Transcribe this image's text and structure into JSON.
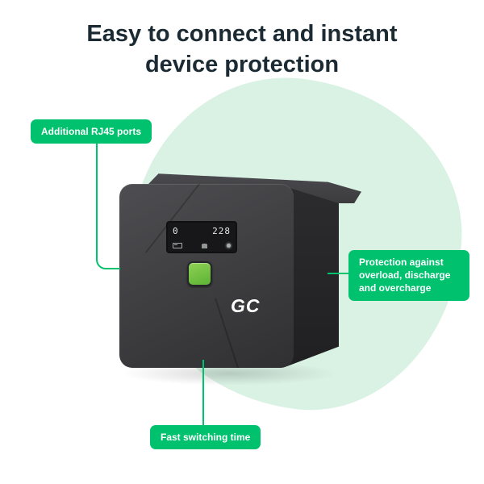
{
  "title": "Easy to connect and instant device protection",
  "callouts": {
    "rj45": {
      "label": "Additional RJ45 ports"
    },
    "protection": {
      "label": "Protection against overload, discharge and overcharge"
    },
    "switching": {
      "label": "Fast switching time"
    }
  },
  "device": {
    "brand_logo": "GC",
    "lcd": {
      "left_value": "0",
      "right_value": "228"
    }
  },
  "colors": {
    "accent_green": "#00c16e",
    "blob_mint": "#daf2e4",
    "device_body": "#3a3a3d",
    "button_green": "#6cc24a",
    "title_text": "#1c2a33"
  }
}
